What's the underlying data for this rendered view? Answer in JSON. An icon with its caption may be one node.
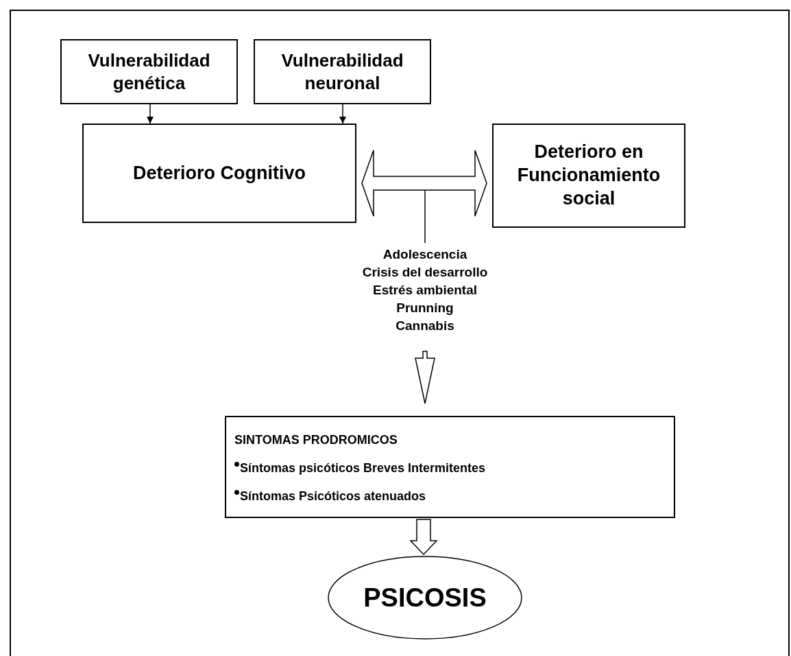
{
  "diagram": {
    "nodes": [
      {
        "text": [
          "Vulnerabilidad genética"
        ]
      },
      {
        "text": [
          "Vulnerabilidad neuronal"
        ]
      },
      {
        "text": [
          "Deterioro Cognitivo"
        ]
      },
      {
        "text": [
          "Deterioro en Funcionamiento social"
        ]
      },
      {
        "text": [
          "Adolescencia",
          "Crisis del desarrollo",
          "Estrés ambiental",
          "Prunning",
          "Cannabis"
        ]
      },
      {
        "text": [
          "SINTOMAS PRODROMICOS",
          "Síntomas psicóticos Breves Intermitentes",
          "Síntomas Psicóticos atenuados"
        ]
      },
      {
        "text": [
          "PSICOSIS"
        ]
      }
    ],
    "edges": [
      {
        "from": 0,
        "to": 2,
        "arrow": "to"
      },
      {
        "from": 1,
        "to": 2,
        "arrow": "to"
      },
      {
        "from": 2,
        "to": 3,
        "arrow": "both",
        "style": "thick"
      },
      {
        "from": null,
        "to": 4,
        "arrow": "none"
      },
      {
        "from": 4,
        "to": 5,
        "arrow": "to",
        "style": "thick"
      },
      {
        "from": 5,
        "to": 6,
        "arrow": "to",
        "style": "thick"
      }
    ]
  }
}
